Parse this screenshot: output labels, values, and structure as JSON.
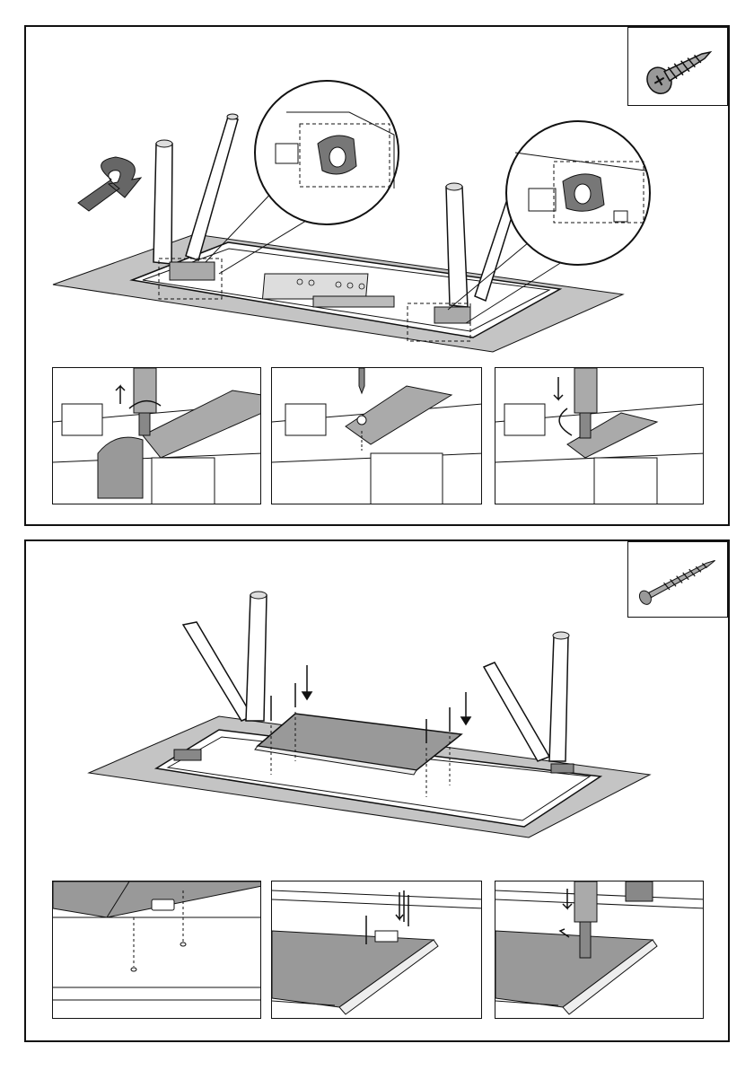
{
  "steps": [
    {
      "id": "step-a",
      "hardware": {
        "icon": "short-screw-icon"
      },
      "main_illustration": {
        "icon": "flip-table-arrow-icon",
        "callouts": 2
      },
      "detail_insets": [
        {
          "icon": "drill-remove-screw-icon"
        },
        {
          "icon": "screw-bracket-detail-icon"
        },
        {
          "icon": "drill-fasten-screw-icon"
        }
      ]
    },
    {
      "id": "step-b",
      "hardware": {
        "icon": "long-screw-icon"
      },
      "main_illustration": {
        "icon": "mount-cover-panel-icon"
      },
      "detail_insets": [
        {
          "icon": "screw-holes-detail-icon"
        },
        {
          "icon": "insert-screws-detail-icon"
        },
        {
          "icon": "drill-screw-panel-icon"
        }
      ]
    }
  ],
  "colors": {
    "line": "#111111",
    "gray": "#a8a8a8",
    "mat": "#c4c4c4",
    "dark": "#777777"
  }
}
